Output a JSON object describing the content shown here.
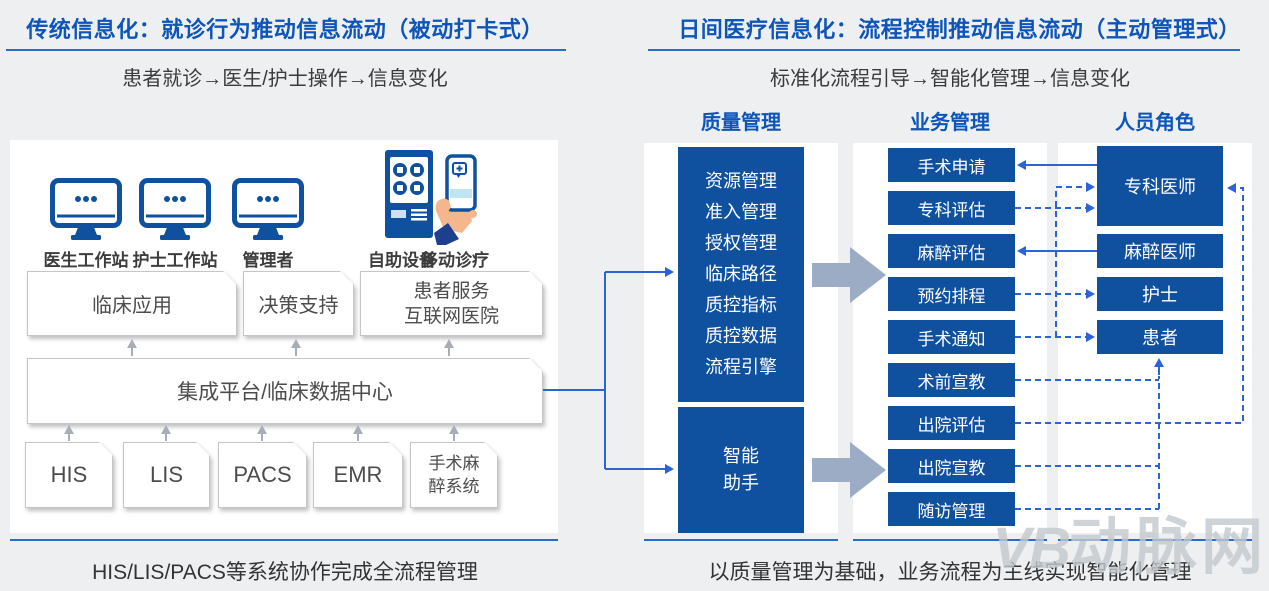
{
  "left": {
    "title": "传统信息化：就诊行为推动信息流动（被动打卡式）",
    "subtitle": "患者就诊→医生/护士操作→信息变化",
    "caption": "HIS/LIS/PACS等系统协作完成全流程管理",
    "devices": [
      "医生工作站",
      "护士工作站",
      "管理者",
      "自助设备",
      "移动诊疗"
    ],
    "apps": [
      "临床应用",
      "决策支持"
    ],
    "app_wide": {
      "line1": "患者服务",
      "line2": "互联网医院"
    },
    "platform": "集成平台/临床数据中心",
    "systems": [
      "HIS",
      "LIS",
      "PACS",
      "EMR"
    ],
    "system_wide": {
      "line1": "手术麻",
      "line2": "醉系统"
    }
  },
  "right": {
    "title": "日间医疗信息化：流程控制推动信息流动（主动管理式）",
    "subtitle": "标准化流程引导→智能化管理→信息变化",
    "caption": "以质量管理为基础，业务流程为主线实现智能化管理",
    "headers": [
      "质量管理",
      "业务管理",
      "人员角色"
    ],
    "quality": {
      "items": [
        "资源管理",
        "准入管理",
        "授权管理",
        "临床路径",
        "质控指标",
        "质控数据",
        "流程引擎"
      ],
      "assistant_line1": "智能",
      "assistant_line2": "助手"
    },
    "business": [
      "手术申请",
      "专科评估",
      "麻醉评估",
      "预约排程",
      "手术通知",
      "术前宣教",
      "出院评估",
      "出院宣教",
      "随访管理"
    ],
    "roles": [
      "专科医师",
      "麻醉医师",
      "护士",
      "患者"
    ]
  },
  "watermark": {
    "logo": "VB",
    "text": "动脉网"
  },
  "colors": {
    "title_blue": "#0d55b8",
    "box_blue": "#10519f",
    "line_blue": "#2a64d6",
    "underline_blue": "#2a6bc8",
    "gray_arrow": "#a9aeb6",
    "chevron_gray": "#9cacc4",
    "background": "#edeff1"
  }
}
